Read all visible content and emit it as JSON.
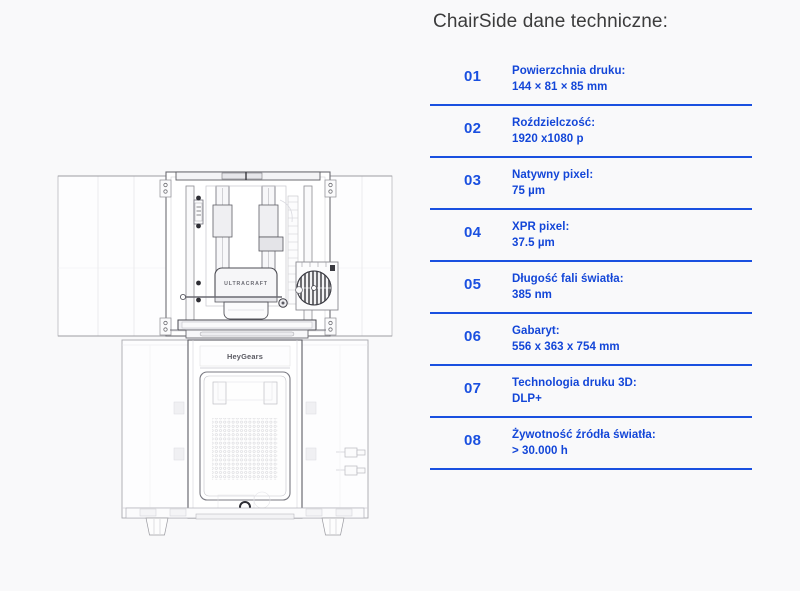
{
  "page": {
    "background_color": "#f9f9fa",
    "accent_color": "#1a50e0",
    "title_color": "#3c3c3c"
  },
  "spec": {
    "title": "ChairSide dane techniczne:",
    "rows": [
      {
        "number": "01",
        "label": "Powierzchnia druku:",
        "value": "144 × 81 × 85 mm"
      },
      {
        "number": "02",
        "label": "Roździelczość:",
        "value": "1920 x1080 p"
      },
      {
        "number": "03",
        "label": "Natywny pixel:",
        "value": "75 µm"
      },
      {
        "number": "04",
        "label": "XPR pixel:",
        "value": "37.5 µm"
      },
      {
        "number": "05",
        "label": "Długość fali światła:",
        "value": "385 nm"
      },
      {
        "number": "06",
        "label": "Gabaryt:",
        "value": "556 x 363 x 754 mm"
      },
      {
        "number": "07",
        "label": "Technologia druku 3D:",
        "value": "DLP+"
      },
      {
        "number": "08",
        "label": "Żywotność źródła światła:",
        "value": "> 30.000 h"
      }
    ]
  },
  "drawing": {
    "caption_brand": "HeyGears",
    "caption_unit": "ULTRACRAFT"
  }
}
